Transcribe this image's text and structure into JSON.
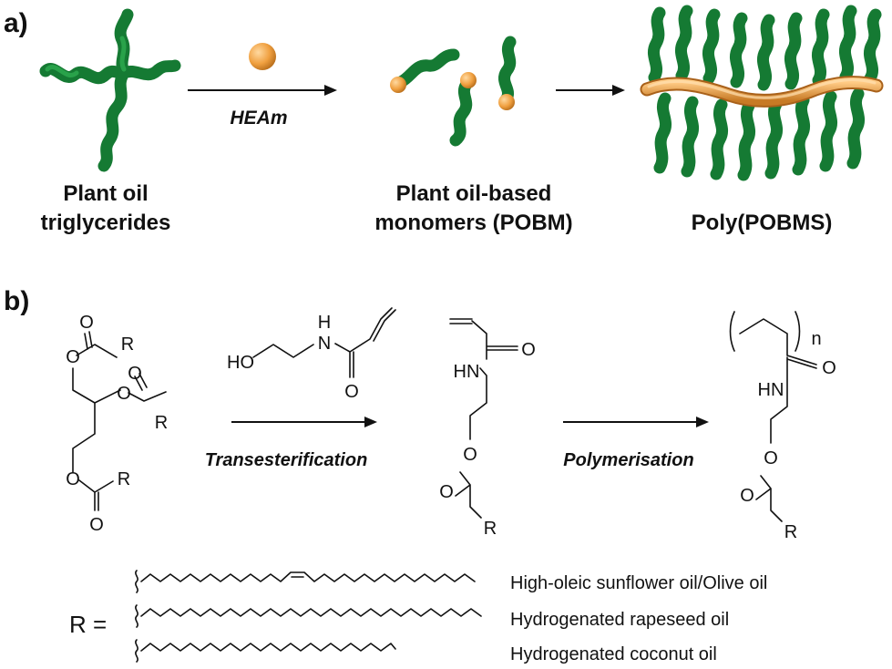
{
  "panel_a": {
    "label": "a)",
    "reagent": "HEAm",
    "captions": {
      "triglycerides": [
        "Plant oil",
        "triglycerides"
      ],
      "monomers": [
        "Plant oil-based",
        "monomers  (POBM)"
      ],
      "polymer": "Poly(POBMS)"
    },
    "colors": {
      "chain": "#1f9a3f",
      "bead": "#f0a040",
      "backbone": "#f0a040"
    }
  },
  "panel_b": {
    "label": "b)",
    "step1": "Transesterification",
    "step2": "Polymerisation",
    "atoms": {
      "O": "O",
      "R": "R",
      "H": "H",
      "N": "N",
      "HO": "HO",
      "HN": "HN",
      "n": "n"
    },
    "r_equals": "R =",
    "r_groups": [
      "High-oleic sunflower oil/Olive oil",
      "Hydrogenated rapeseed oil",
      "Hydrogenated coconut oil"
    ]
  }
}
